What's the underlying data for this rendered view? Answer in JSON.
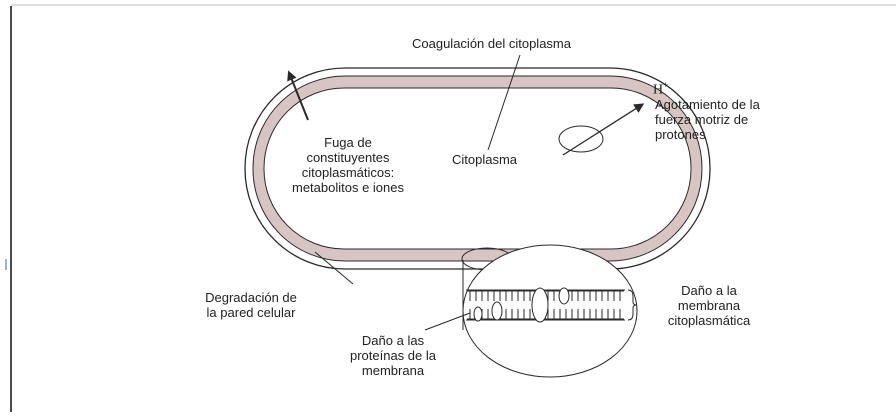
{
  "diagram": {
    "labels": {
      "coagulation": "Coagulación del citoplasma",
      "hplus_base": "H",
      "hplus_sup": "+",
      "pmf_line1": "Agotamiento de la",
      "pmf_line2": "fuerza motriz de",
      "pmf_line3": "protones",
      "leak_line1": "Fuga de",
      "leak_line2": "constituyentes",
      "leak_line3": "citoplasmáticos:",
      "leak_line4": "metabolitos e iones",
      "cytoplasm": "Citoplasma",
      "wall_line1": "Degradación de",
      "wall_line2": "la pared celular",
      "membrane_line1": "Daño a la",
      "membrane_line2": "membrana",
      "membrane_line3": "citoplasmática",
      "protein_line1": "Daño a las",
      "protein_line2": "proteínas de la",
      "protein_line3": "membrana"
    },
    "colors": {
      "line": "#2a2a2a",
      "membrane_fill": "#d9c4c4",
      "frame": "#111111"
    }
  }
}
